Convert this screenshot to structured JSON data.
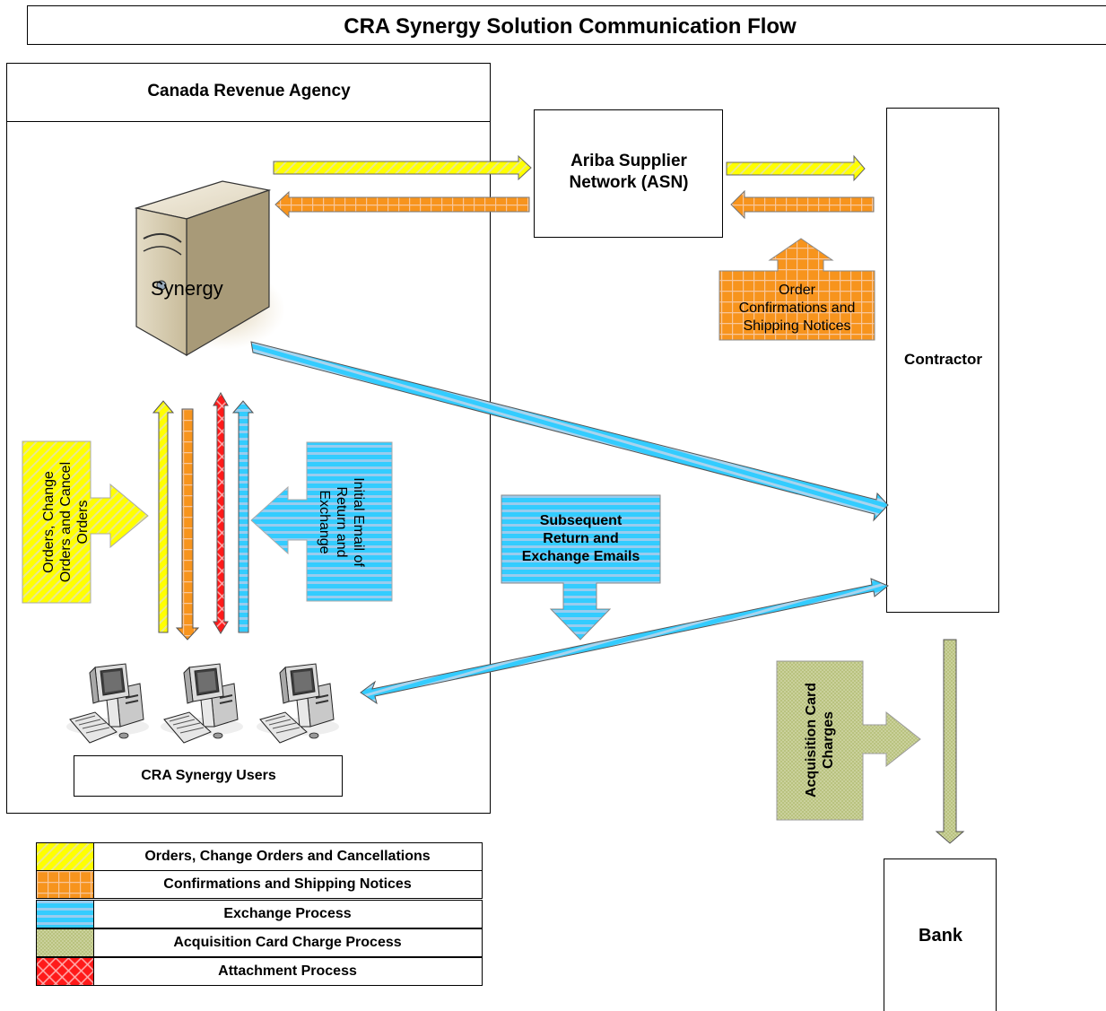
{
  "title": "CRA Synergy Solution Communication Flow",
  "nodes": {
    "cra": "Canada Revenue Agency",
    "synergy": "Synergy",
    "asn_line1": "Ariba Supplier",
    "asn_line2": "Network (ASN)",
    "contractor": "Contractor",
    "users": "CRA Synergy Users",
    "bank": "Bank"
  },
  "callouts": {
    "order_confirm": [
      "Order",
      "Confirmations and",
      "Shipping Notices"
    ],
    "orders_change": [
      "Orders, Change",
      "Orders and Cancel",
      "Orders"
    ],
    "initial_email": [
      "Initial Email of",
      "Return and",
      "Exchange"
    ],
    "subsequent": [
      "Subsequent",
      "Return and",
      "Exchange Emails"
    ],
    "acq_card": [
      "Acquisition Card",
      "Charges"
    ]
  },
  "legend": [
    {
      "label": "Orders, Change Orders and Cancellations",
      "pattern": "yellow-diagonal",
      "color": "#ffff00"
    },
    {
      "label": "Confirmations and Shipping Notices",
      "pattern": "orange-grid",
      "color": "#f7941d"
    },
    {
      "label": "Exchange Process",
      "pattern": "blue-stripes",
      "color": "#33ccff"
    },
    {
      "label": "Acquisition Card Charge Process",
      "pattern": "green-dots",
      "color": "#b5bf7f"
    },
    {
      "label": "Attachment Process",
      "pattern": "red-cross",
      "color": "#ff0000"
    }
  ],
  "icons": [
    "server-icon",
    "desktop-computer-icon"
  ]
}
